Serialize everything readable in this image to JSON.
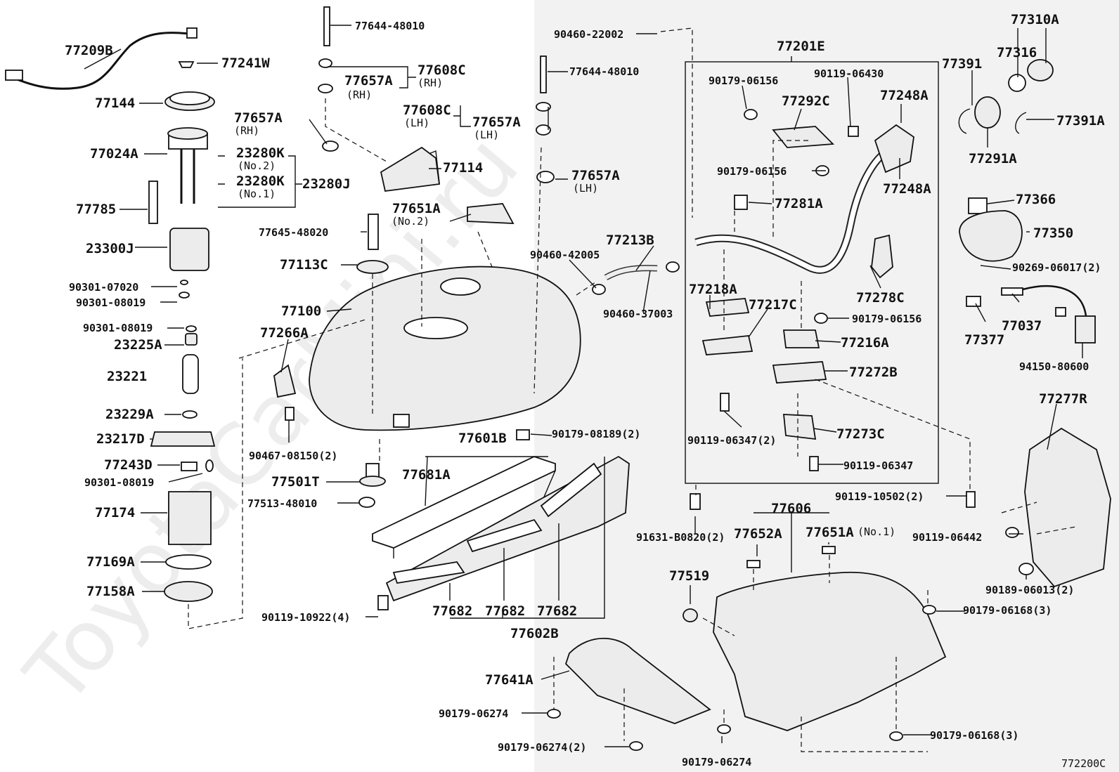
{
  "watermark": "ToyotaCarMini.ru",
  "diagram_code": "772200C",
  "labels": {
    "p77209B": "77209B",
    "p77241W": "77241W",
    "p77144": "77144",
    "p77024A": "77024A",
    "p23280K_no2": "23280K",
    "p23280K_no2_sub": "(No.2)",
    "p23280K_no1": "23280K",
    "p23280K_no1_sub": "(No.1)",
    "p23280J": "23280J",
    "p77785": "77785",
    "p23300J": "23300J",
    "p90301_07020": "90301-07020",
    "p90301_08019_a": "90301-08019",
    "p90301_08019_b": "90301-08019",
    "p23225A": "23225A",
    "p23221": "23221",
    "p23229A": "23229A",
    "p23217D": "23217D",
    "p77243D": "77243D",
    "p90301_08019_c": "90301-08019",
    "p77174": "77174",
    "p77169A": "77169A",
    "p77158A": "77158A",
    "p77644_48010_a": "77644-48010",
    "p77608C_rh": "77608C",
    "p77608C_rh_sub": "(RH)",
    "p77657A_rh_a": "77657A",
    "p77657A_rh_a_sub": "(RH)",
    "p77657A_rh_b": "77657A",
    "p77657A_rh_b_sub": "(RH)",
    "p77608C_lh": "77608C",
    "p77608C_lh_sub": "(LH)",
    "p77657A_lh_a": "77657A",
    "p77657A_lh_a_sub": "(LH)",
    "p77114": "77114",
    "p77657A_lh_b": "77657A",
    "p77657A_lh_b_sub": "(LH)",
    "p77644_48010_b": "77644-48010",
    "p77651A_no2": "77651A",
    "p77651A_no2_sub": "(No.2)",
    "p77645_48020": "77645-48020",
    "p77113C": "77113C",
    "p77100": "77100",
    "p77266A": "77266A",
    "p90467_08150": "90467-08150(2)",
    "p77501T": "77501T",
    "p77513_48010": "77513-48010",
    "p77681A": "77681A",
    "p77601B": "77601B",
    "p90179_08189": "90179-08189(2)",
    "p90460_42005": "90460-42005",
    "p77213B": "77213B",
    "p90460_37003": "90460-37003",
    "p90460_22002": "90460-22002",
    "p77201E": "77201E",
    "p90179_06156_a": "90179-06156",
    "p90119_06430": "90119-06430",
    "p77292C": "77292C",
    "p77248A_a": "77248A",
    "p77248A_b": "77248A",
    "p90179_06156_b": "90179-06156",
    "p77281A": "77281A",
    "p77278C": "77278C",
    "p77218A": "77218A",
    "p77217C": "77217C",
    "p90179_06156_c": "90179-06156",
    "p77216A": "77216A",
    "p77272B": "77272B",
    "p90119_06347_2": "90119-06347(2)",
    "p77273C": "77273C",
    "p90119_06347": "90119-06347",
    "p90119_10502": "90119-10502(2)",
    "p77310A": "77310A",
    "p77316": "77316",
    "p77391": "77391",
    "p77391A": "77391A",
    "p77291A": "77291A",
    "p77366": "77366",
    "p77350": "77350",
    "p90269_06017": "90269-06017(2)",
    "p77377": "77377",
    "p77037": "77037",
    "p94150_80600": "94150-80600",
    "p77277R": "77277R",
    "p90119_06442": "90119-06442",
    "p90189_06013": "90189-06013(2)",
    "p90179_06168_a": "90179-06168(3)",
    "p90179_06168_b": "90179-06168(3)",
    "p91631_B0820": "91631-B0820(2)",
    "p77606": "77606",
    "p77652A": "77652A",
    "p77651A_no1": "77651A",
    "p77651A_no1_sub": "(No.1)",
    "p77519": "77519",
    "p77682_a": "77682",
    "p77682_b": "77682",
    "p77682_c": "77682",
    "p77602B": "77602B",
    "p90119_10922": "90119-10922(4)",
    "p77641A": "77641A",
    "p90179_06274_a": "90179-06274",
    "p90179_06274_b": "90179-06274(2)",
    "p90179_06274_c": "90179-06274"
  }
}
